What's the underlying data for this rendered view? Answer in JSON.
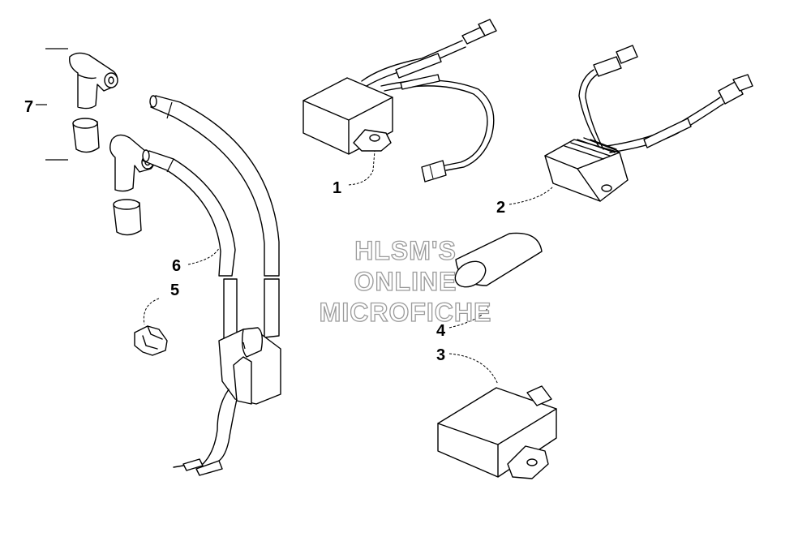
{
  "watermark": {
    "line1": "HLSM'S",
    "line2": "ONLINE",
    "line3": "MICROFICHE"
  },
  "callouts": {
    "c1": "1",
    "c2": "2",
    "c3": "3",
    "c4": "4",
    "c5": "5",
    "c6": "6",
    "c7": "7"
  }
}
